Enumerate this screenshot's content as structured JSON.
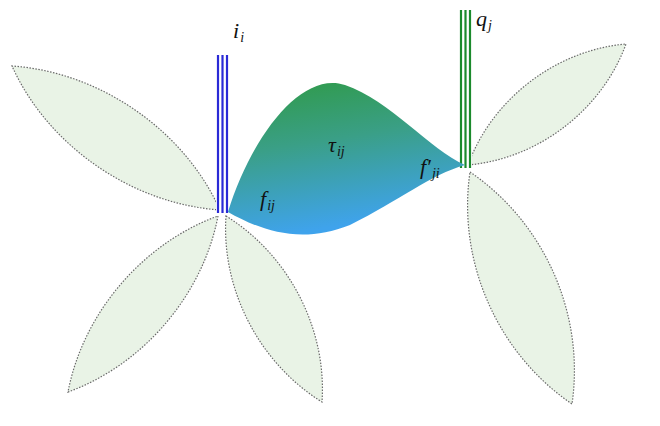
{
  "diagram": {
    "nodes": [
      {
        "text": [
          "f",
          "ij",
          "τ",
          "ij",
          "f′",
          "ji"
        ]
      }
    ],
    "labels": [
      "i",
      "i",
      "q",
      "j"
    ]
  }
}
